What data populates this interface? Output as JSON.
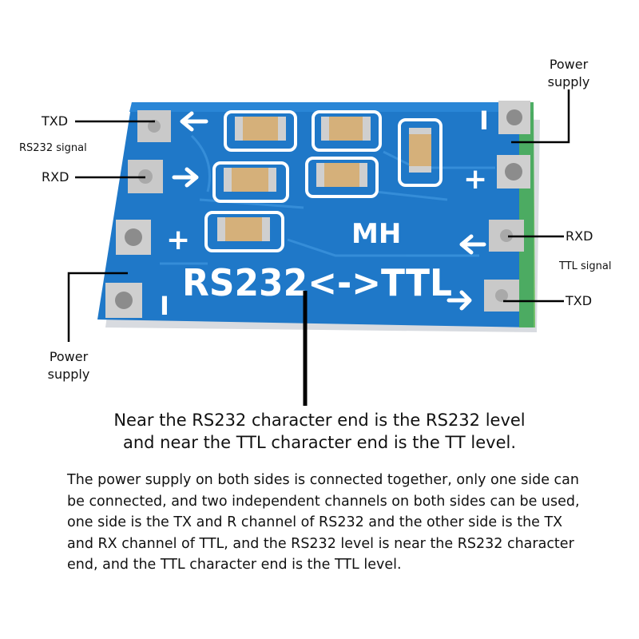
{
  "labels": {
    "txd_left": "TXD",
    "rs232_signal": "RS232 signal",
    "rxd_left": "RXD",
    "power_supply_top_line1": "Power",
    "power_supply_top_line2": "supply",
    "rxd_right": "RXD",
    "ttl_signal": "TTL signal",
    "txd_right": "TXD",
    "power_supply_bottom_line1": "Power",
    "power_supply_bottom_line2": "supply"
  },
  "board": {
    "silkscreen_main": "RS232<->TTL",
    "silkscreen_mh": "MH",
    "mark_plus_left": "+",
    "mark_plus_right": "+",
    "mark_minus_left": "I",
    "mark_minus_right": "I",
    "pcb_color": "#1f78c8",
    "pad_color": "#c9c9c9"
  },
  "caption": {
    "line1": "Near the RS232 character end is the RS232 level",
    "line2": "and near the TTL character end is the TT level."
  },
  "description": "The power supply on both sides is connected together, only one side can be connected, and two independent channels on both sides can be used, one side is the TX and R channel of RS232 and the other side is the TX and RX channel of TTL, and the RS232 level is near the RS232 character end, and the TTL character end is the TTL level."
}
